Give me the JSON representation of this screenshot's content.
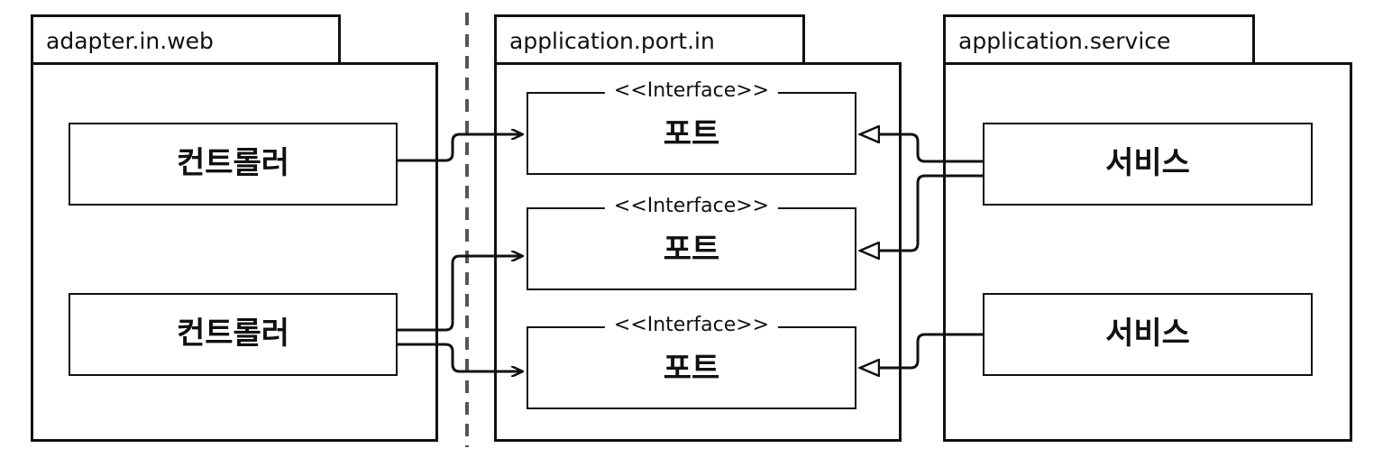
{
  "packages": {
    "adapter": {
      "title": "adapter.in.web"
    },
    "port": {
      "title": "application.port.in"
    },
    "service": {
      "title": "application.service"
    }
  },
  "components": {
    "controller_1": {
      "label": "컨트롤러"
    },
    "controller_2": {
      "label": "컨트롤러"
    },
    "service_1": {
      "label": "서비스"
    },
    "service_2": {
      "label": "서비스"
    }
  },
  "ports": [
    {
      "stereotype": "<<Interface>>",
      "label": "포트"
    },
    {
      "stereotype": "<<Interface>>",
      "label": "포트"
    },
    {
      "stereotype": "<<Interface>>",
      "label": "포트"
    }
  ],
  "colors": {
    "line": "#111111",
    "boundary": "#555555",
    "background": "#ffffff"
  }
}
